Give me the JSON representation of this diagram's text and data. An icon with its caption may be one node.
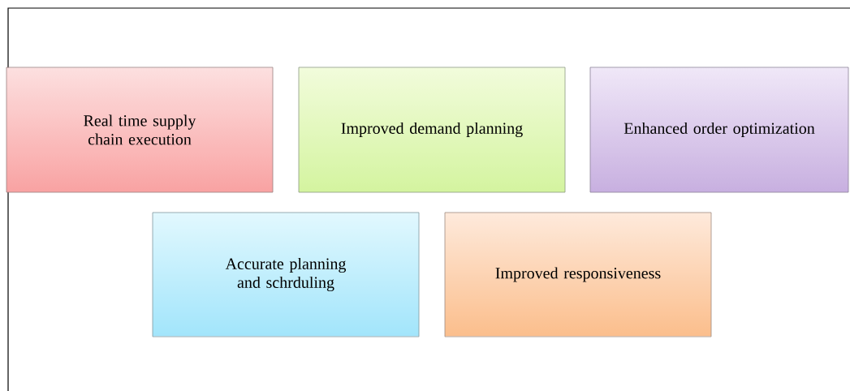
{
  "diagram": {
    "nodes": [
      {
        "text": [
          "Real time supply chain execution"
        ]
      },
      {
        "text": [
          "Improved demand planning"
        ]
      },
      {
        "text": [
          "Enhanced order optimization"
        ]
      },
      {
        "text": [
          "Accurate planning and schrduling"
        ]
      },
      {
        "text": [
          "Improved responsiveness"
        ]
      }
    ]
  }
}
